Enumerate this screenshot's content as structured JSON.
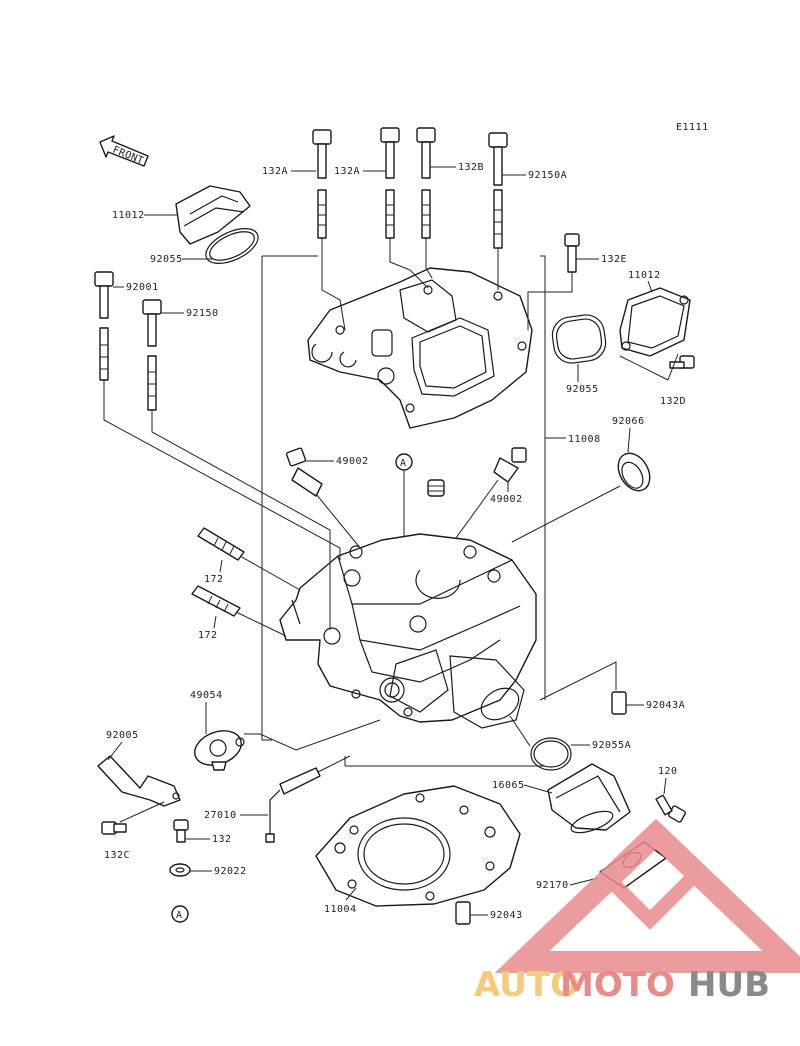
{
  "diagram": {
    "ref_code": "E1111",
    "front_label": "FRONT",
    "callout_marker": "A",
    "labels": {
      "l132A_1": "132A",
      "l132A_2": "132A",
      "l132B": "132B",
      "l92150A": "92150A",
      "l11012_top": "11012",
      "l92055_top": "92055",
      "l92001": "92001",
      "l92150": "92150",
      "l132E": "132E",
      "l11012_right": "11012",
      "l92055_right": "92055",
      "l132D": "132D",
      "l11008": "11008",
      "l92066": "92066",
      "l49002_left": "49002",
      "l49002_right": "49002",
      "l172_1": "172",
      "l172_2": "172",
      "l49054": "49054",
      "l92043A": "92043A",
      "l92005": "92005",
      "l92055A": "92055A",
      "l120": "120",
      "l16065": "16065",
      "l27010": "27010",
      "l132": "132",
      "l132C": "132C",
      "l92022": "92022",
      "l92170": "92170",
      "l11004": "11004",
      "l92043": "92043"
    }
  },
  "watermark": {
    "part1": "AUTO",
    "part2": "MOTO",
    "part3": "HUB",
    "color_light": "#f7c97a",
    "color_mid": "#e98b8b",
    "color_dark": "#8a8a8a"
  }
}
